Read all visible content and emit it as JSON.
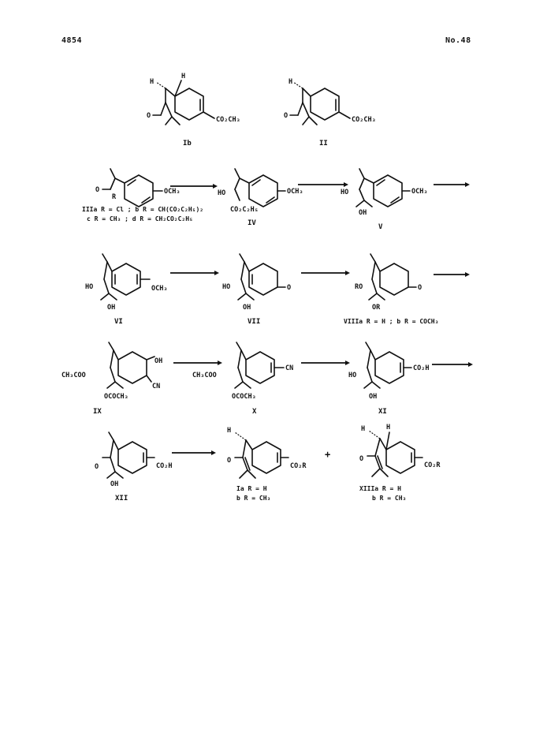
{
  "header": {
    "page_number": "4854",
    "issue": "No.48"
  },
  "compounds": {
    "Ib": {
      "label": "Ib",
      "ester": "CO₂CH₃",
      "h1": "H",
      "h2": "H"
    },
    "II": {
      "label": "II",
      "ester": "CO₂CH₃",
      "h1": "H"
    },
    "III": {
      "label": "IIIa R = Cl ; b  R = CH(CO₂C₂H₅)₂",
      "line2": "c  R = CH₃ ; d  R = CH₂CO₂C₂H₅",
      "sub": "OCH₃",
      "o": "O",
      "r": "R"
    },
    "IV": {
      "label": "IV",
      "sub": "OCH₃",
      "ho": "HO",
      "ester": "CO₂C₂H₅"
    },
    "V": {
      "label": "V",
      "sub": "OCH₃",
      "ho": "HO",
      "oh": "OH"
    },
    "VI": {
      "label": "VI",
      "sub": "OCH₃",
      "ho": "HO",
      "oh": "OH"
    },
    "VII": {
      "label": "VII",
      "ho": "HO",
      "oh": "OH",
      "o": "O"
    },
    "VIII": {
      "label": "VIIIa  R = H ; b  R = COCH₃",
      "ro": "RO",
      "or": "OR",
      "o": "O"
    },
    "IX": {
      "label": "IX",
      "ac": "CH₃COO",
      "oac": "OCOCH₃",
      "oh": "OH",
      "cn": "CN"
    },
    "X": {
      "label": "X",
      "ac": "CH₃COO",
      "oac": "OCOCH₃",
      "cn": "CN"
    },
    "XI": {
      "label": "XI",
      "ho": "HO",
      "oh": "OH",
      "acid": "CO₂H"
    },
    "XII": {
      "label": "XII",
      "o": "O",
      "oh": "OH",
      "acid": "CO₂H"
    },
    "Ia": {
      "label": "Ia  R = H",
      "line2": "b  R = CH₃",
      "h1": "H",
      "o": "O",
      "ester": "CO₂R"
    },
    "XIII": {
      "label": "XIIIa  R = H",
      "line2": "b  R = CH₃",
      "h1": "H",
      "h2": "H",
      "o": "O",
      "ester": "CO₂R"
    },
    "plus": "+"
  }
}
